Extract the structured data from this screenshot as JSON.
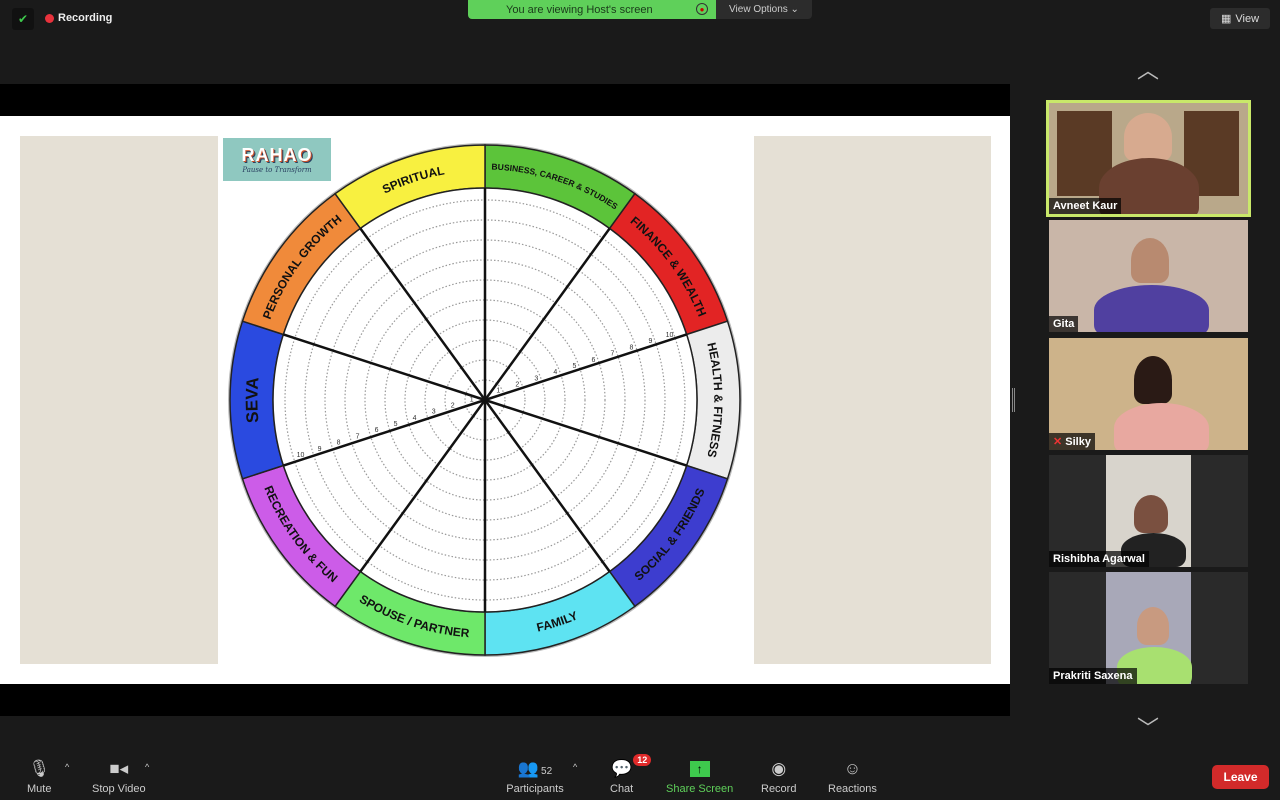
{
  "top": {
    "recording": "Recording",
    "banner": "You are viewing Host's screen",
    "view_options": "View Options ⌄",
    "view": "View"
  },
  "slide": {
    "logo": "RAHAO",
    "logo_tagline": "Pause to Transform",
    "scale": [
      "1",
      "2",
      "3",
      "4",
      "5",
      "6",
      "7",
      "8",
      "9",
      "10"
    ],
    "segments": [
      {
        "label": "BUSINESS, CAREER & STUDIES",
        "color": "#5cc43a"
      },
      {
        "label": "FINANCE & WEALTH",
        "color": "#e22424"
      },
      {
        "label": "HEALTH & FITNESS",
        "color": "#ececec"
      },
      {
        "label": "SOCIAL & FRIENDS",
        "color": "#3d3dcf"
      },
      {
        "label": "FAMILY",
        "color": "#5ee3f2"
      },
      {
        "label": "SPOUSE / PARTNER",
        "color": "#6ee86a"
      },
      {
        "label": "RECREATION & FUN",
        "color": "#cc5ce8"
      },
      {
        "label": "SEVA",
        "color": "#2a4ae0"
      },
      {
        "label": "PERSONAL GROWTH",
        "color": "#f08a3a"
      },
      {
        "label": "SPIRITUAL",
        "color": "#f8f040"
      }
    ]
  },
  "participants": [
    {
      "name": "Avneet Kaur",
      "active": true
    },
    {
      "name": "Gita"
    },
    {
      "name": "Silky",
      "muted": true
    },
    {
      "name": "Rishibha Agarwal"
    },
    {
      "name": "Prakriti Saxena"
    }
  ],
  "toolbar": {
    "mute": "Mute",
    "stop_video": "Stop Video",
    "participants": "Participants",
    "participant_count": "52",
    "chat": "Chat",
    "chat_badge": "12",
    "share_screen": "Share Screen",
    "record": "Record",
    "reactions": "Reactions",
    "leave": "Leave"
  }
}
